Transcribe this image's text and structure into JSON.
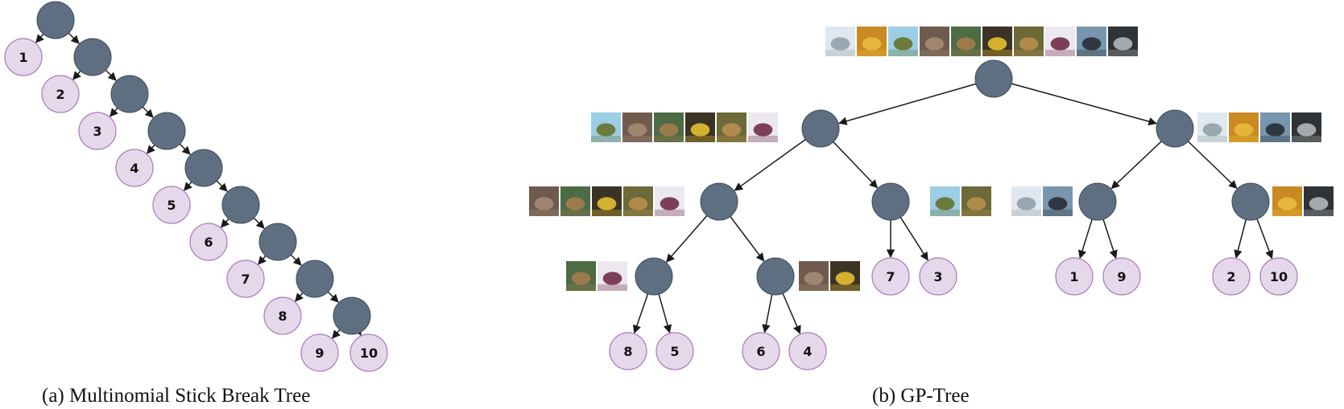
{
  "colors": {
    "internal_node": "#5d6f80",
    "internal_stroke": "#3d4c5a",
    "leaf_node": "#e6d8eb",
    "leaf_stroke": "#a77ab8",
    "edge": "#1a1a1a"
  },
  "panel_a": {
    "caption": "(a) Multinomial Stick Break Tree",
    "leaves": [
      "1",
      "2",
      "3",
      "4",
      "5",
      "6",
      "7",
      "8",
      "9",
      "10"
    ]
  },
  "panel_b": {
    "caption": "(b) GP-Tree",
    "level2_leaves": [
      "8",
      "5",
      "6",
      "4"
    ],
    "level1_leaves": [
      "7",
      "3",
      "1",
      "9",
      "2",
      "10"
    ],
    "thumbnail_sets": {
      "root": [
        "airplane",
        "automobile",
        "bird",
        "cat",
        "deer",
        "dog",
        "frog",
        "horse",
        "ship",
        "truck"
      ],
      "left": [
        "bird",
        "cat",
        "deer",
        "dog",
        "frog",
        "horse"
      ],
      "right": [
        "airplane",
        "automobile",
        "ship",
        "truck"
      ],
      "left_left": [
        "cat",
        "deer",
        "dog",
        "frog",
        "horse"
      ],
      "left_right": [
        "bird",
        "frog"
      ],
      "right_left": [
        "airplane",
        "ship"
      ],
      "right_right": [
        "automobile",
        "truck"
      ],
      "lll": [
        "deer",
        "horse"
      ],
      "llr": [
        "cat",
        "dog"
      ]
    }
  }
}
